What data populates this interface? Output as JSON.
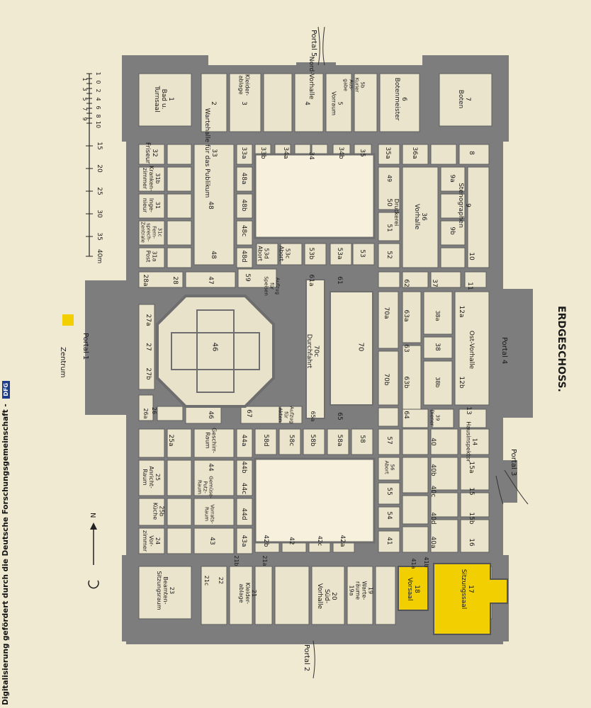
{
  "page": {
    "title": "ERDGESCHOSS.",
    "footer": "Digitalisierung gefördert durch die Deutsche Forschungsgemeinschaft -",
    "footer_logo": "DFG"
  },
  "colors": {
    "paper": "#f1ead2",
    "wall": "#7d7d7d",
    "room": "#ebe4cc",
    "court": "#f6f0dc",
    "highlight": "#f2cf00"
  },
  "legend": {
    "label": "Zentrum",
    "color": "#f2cf00"
  },
  "compass": {
    "label": "N"
  },
  "scale": {
    "top_ticks": [
      "1",
      "0",
      "2",
      "4",
      "6",
      "8",
      "10"
    ],
    "bottom_ticks": [
      "1",
      "3",
      "5",
      "7",
      "9"
    ],
    "main_ticks": [
      "15",
      "20",
      "25",
      "30",
      "35",
      "40m"
    ]
  },
  "portals": {
    "north": "Portal 5",
    "west": "Portal 1",
    "south": "Portal 2",
    "east_upper": "Portal 4",
    "east_lower": "Portal 3"
  },
  "rooms": [
    {
      "id": "1",
      "text": "1\nBad u.\nTurnsaal"
    },
    {
      "id": "2",
      "text": "2"
    },
    {
      "id": "3",
      "text": "3"
    },
    {
      "id": "kleider-n",
      "text": "Kleider-\nablage"
    },
    {
      "id": "4",
      "text": "4"
    },
    {
      "id": "nord",
      "text": "Nord-Vorhalle"
    },
    {
      "id": "5",
      "text": "5\nVorraum"
    },
    {
      "id": "5b",
      "text": "5b\nKurier\nAus-\ngabe"
    },
    {
      "id": "6",
      "text": "6\nBotenmeister"
    },
    {
      "id": "7",
      "text": "7\nBoten"
    },
    {
      "id": "32",
      "text": "32\nFriseur"
    },
    {
      "id": "31b",
      "text": "31b\nKranken-\nzimmer"
    },
    {
      "id": "31",
      "text": "31\nInge-\nnieur"
    },
    {
      "id": "31c",
      "text": "31c\nFern-\nsprech-\nZentrale"
    },
    {
      "id": "31a",
      "text": "31a\nPost"
    },
    {
      "id": "33",
      "text": "33\nWartehalle für das Publikum"
    },
    {
      "id": "33a",
      "text": "33a"
    },
    {
      "id": "33b",
      "text": "33b"
    },
    {
      "id": "34a",
      "text": "34a"
    },
    {
      "id": "34",
      "text": "34"
    },
    {
      "id": "34b",
      "text": "34b"
    },
    {
      "id": "35",
      "text": "35"
    },
    {
      "id": "35a",
      "text": "35a"
    },
    {
      "id": "36a",
      "text": "36a"
    },
    {
      "id": "8",
      "text": "8"
    },
    {
      "id": "48-hall",
      "text": "48"
    },
    {
      "id": "48a",
      "text": "48a"
    },
    {
      "id": "48b",
      "text": "48b"
    },
    {
      "id": "48c",
      "text": "48c"
    },
    {
      "id": "48d",
      "text": "48d"
    },
    {
      "id": "48",
      "text": "48"
    },
    {
      "id": "49",
      "text": "49"
    },
    {
      "id": "50",
      "text": "50"
    },
    {
      "id": "51",
      "text": "51"
    },
    {
      "id": "druck",
      "text": "Druckerei"
    },
    {
      "id": "36",
      "text": "36\nVorhalle"
    },
    {
      "id": "9a",
      "text": "9a"
    },
    {
      "id": "9",
      "text": "9\nStenographen"
    },
    {
      "id": "9b",
      "text": "9b"
    },
    {
      "id": "10",
      "text": "10"
    },
    {
      "id": "53d",
      "text": "53d\nAbort"
    },
    {
      "id": "53c",
      "text": "53c\nAbort"
    },
    {
      "id": "53b",
      "text": "53b"
    },
    {
      "id": "53a",
      "text": "53a"
    },
    {
      "id": "53",
      "text": "53"
    },
    {
      "id": "52",
      "text": "52"
    },
    {
      "id": "28a",
      "text": "28a"
    },
    {
      "id": "28",
      "text": "28"
    },
    {
      "id": "47",
      "text": "47"
    },
    {
      "id": "59",
      "text": "59"
    },
    {
      "id": "aufz",
      "text": "Aufzug\nfür\nSpeisen"
    },
    {
      "id": "61a",
      "text": "61a"
    },
    {
      "id": "61",
      "text": "61"
    },
    {
      "id": "62",
      "text": "62"
    },
    {
      "id": "37",
      "text": "37"
    },
    {
      "id": "11",
      "text": "11"
    },
    {
      "id": "27a",
      "text": "27a"
    },
    {
      "id": "27",
      "text": "27"
    },
    {
      "id": "27b",
      "text": "27b"
    },
    {
      "id": "46",
      "text": "46"
    },
    {
      "id": "70a",
      "text": "70a"
    },
    {
      "id": "70",
      "text": "70"
    },
    {
      "id": "70b",
      "text": "70b"
    },
    {
      "id": "durch",
      "text": "70c\nDurchfahrt"
    },
    {
      "id": "63a",
      "text": "63a"
    },
    {
      "id": "63",
      "text": "63"
    },
    {
      "id": "63b",
      "text": "63b"
    },
    {
      "id": "38a",
      "text": "38a"
    },
    {
      "id": "38",
      "text": "38"
    },
    {
      "id": "38b",
      "text": "38b"
    },
    {
      "id": "12a",
      "text": "12a"
    },
    {
      "id": "ost",
      "text": "Ost-Vorhalle"
    },
    {
      "id": "12b",
      "text": "12b"
    },
    {
      "id": "26",
      "text": "26"
    },
    {
      "id": "26a",
      "text": "26a"
    },
    {
      "id": "46b",
      "text": "46"
    },
    {
      "id": "67",
      "text": "67"
    },
    {
      "id": "auf2",
      "text": "Aufzug\nfür\nAkten"
    },
    {
      "id": "65",
      "text": "65"
    },
    {
      "id": "65a",
      "text": "65a"
    },
    {
      "id": "64",
      "text": "64"
    },
    {
      "id": "39",
      "text": "39\nDiener"
    },
    {
      "id": "13",
      "text": "13"
    },
    {
      "id": "25a",
      "text": "25a"
    },
    {
      "id": "geschirr",
      "text": "Geschirr-\nRaum"
    },
    {
      "id": "44a",
      "text": "44a"
    },
    {
      "id": "58d",
      "text": "58d"
    },
    {
      "id": "58c",
      "text": "58c"
    },
    {
      "id": "58b",
      "text": "58b"
    },
    {
      "id": "58a",
      "text": "58a"
    },
    {
      "id": "58",
      "text": "58"
    },
    {
      "id": "57",
      "text": "57"
    },
    {
      "id": "40",
      "text": "40"
    },
    {
      "id": "14",
      "text": "14\nHausinspektor"
    },
    {
      "id": "25",
      "text": "25\nAnricht-\nRaum"
    },
    {
      "id": "44",
      "text": "44"
    },
    {
      "id": "44b",
      "text": "44b"
    },
    {
      "id": "56",
      "text": "56\nAbort"
    },
    {
      "id": "40b",
      "text": "40b"
    },
    {
      "id": "15a",
      "text": "15a"
    },
    {
      "id": "25b",
      "text": "25b\nKüche"
    },
    {
      "id": "gemuse",
      "text": "Gemüse-\nPutz-\nRaum"
    },
    {
      "id": "vorrats",
      "text": "Vorrats-\nRaum"
    },
    {
      "id": "44c",
      "text": "44c"
    },
    {
      "id": "44d",
      "text": "44d"
    },
    {
      "id": "55",
      "text": "55"
    },
    {
      "id": "40c",
      "text": "40c"
    },
    {
      "id": "15",
      "text": "15"
    },
    {
      "id": "54",
      "text": "54"
    },
    {
      "id": "40d",
      "text": "40d"
    },
    {
      "id": "15b",
      "text": "15b"
    },
    {
      "id": "24",
      "text": "24\nVor-\nzimmer"
    },
    {
      "id": "43",
      "text": "43"
    },
    {
      "id": "43a",
      "text": "43a"
    },
    {
      "id": "42b",
      "text": "42b"
    },
    {
      "id": "42",
      "text": "42"
    },
    {
      "id": "42c",
      "text": "42c"
    },
    {
      "id": "42a",
      "text": "42a"
    },
    {
      "id": "41",
      "text": "41"
    },
    {
      "id": "40a",
      "text": "40a"
    },
    {
      "id": "16",
      "text": "16"
    },
    {
      "id": "23",
      "text": "23\nBeamten-\nSitzungsraum"
    },
    {
      "id": "22",
      "text": "22"
    },
    {
      "id": "21b",
      "text": "21b"
    },
    {
      "id": "21a",
      "text": "21a"
    },
    {
      "id": "21",
      "text": "21\nKleider-\nablage"
    },
    {
      "id": "21c",
      "text": "21c"
    },
    {
      "id": "20",
      "text": "20\nSüd-\nVorhalle"
    },
    {
      "id": "19",
      "text": "19\nWarte-\nräume\n19a"
    },
    {
      "id": "41a",
      "text": "41a"
    },
    {
      "id": "41b",
      "text": "41b"
    },
    {
      "id": "18",
      "text": "18\nVorsaal"
    },
    {
      "id": "17",
      "text": "17\nSitzungssaal"
    }
  ]
}
